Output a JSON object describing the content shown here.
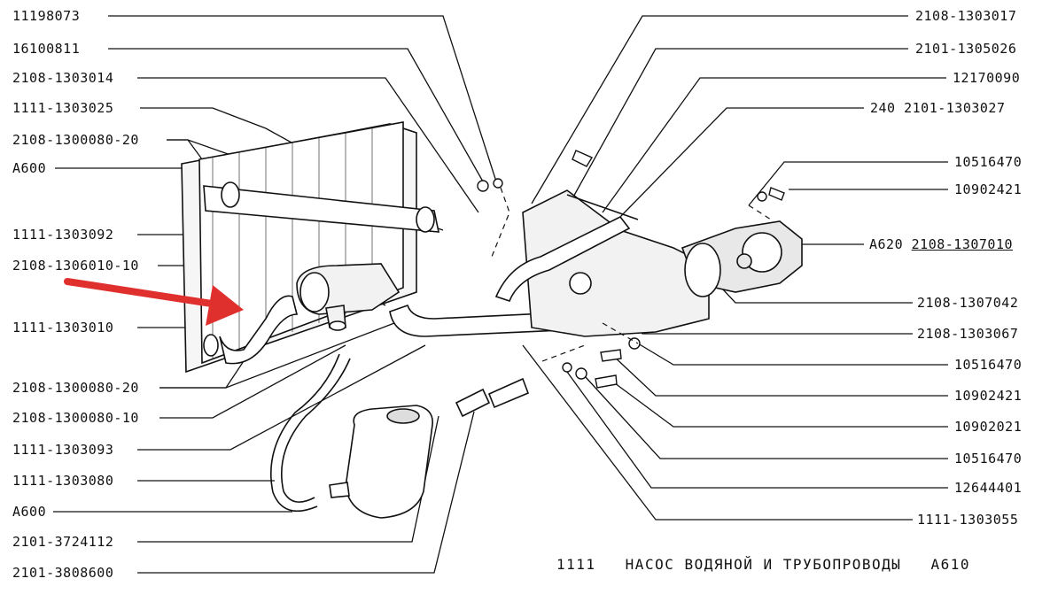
{
  "labels_left": [
    "11198073",
    "16100811",
    "2108-1303014",
    "1111-1303025",
    "2108-1300080-20",
    "А600",
    "1111-1303092",
    "2108-1306010-10",
    "1111-1303010",
    "2108-1300080-20",
    "2108-1300080-10",
    "1111-1303093",
    "1111-1303080",
    "А600",
    "2101-3724112",
    "2101-3808600"
  ],
  "labels_right": [
    "2108-1303017",
    "2101-1305026",
    "12170090",
    "240  2101-1303027",
    "10516470",
    "10902421",
    "2108-1307042",
    "2108-1303067",
    "10516470",
    "10902421",
    "10902021",
    "10516470",
    "12644401",
    "1111-1303055"
  ],
  "pump_label": {
    "prefix": "А620",
    "code": "2108-1307010"
  },
  "footer": {
    "model": "1111",
    "title": "НАСОС ВОДЯНОЙ И ТРУБОПРОВОДЫ",
    "page": "А610"
  },
  "colors": {
    "ink": "#111111",
    "arrow": "#e0302e",
    "fill": "#f6f6f6"
  }
}
